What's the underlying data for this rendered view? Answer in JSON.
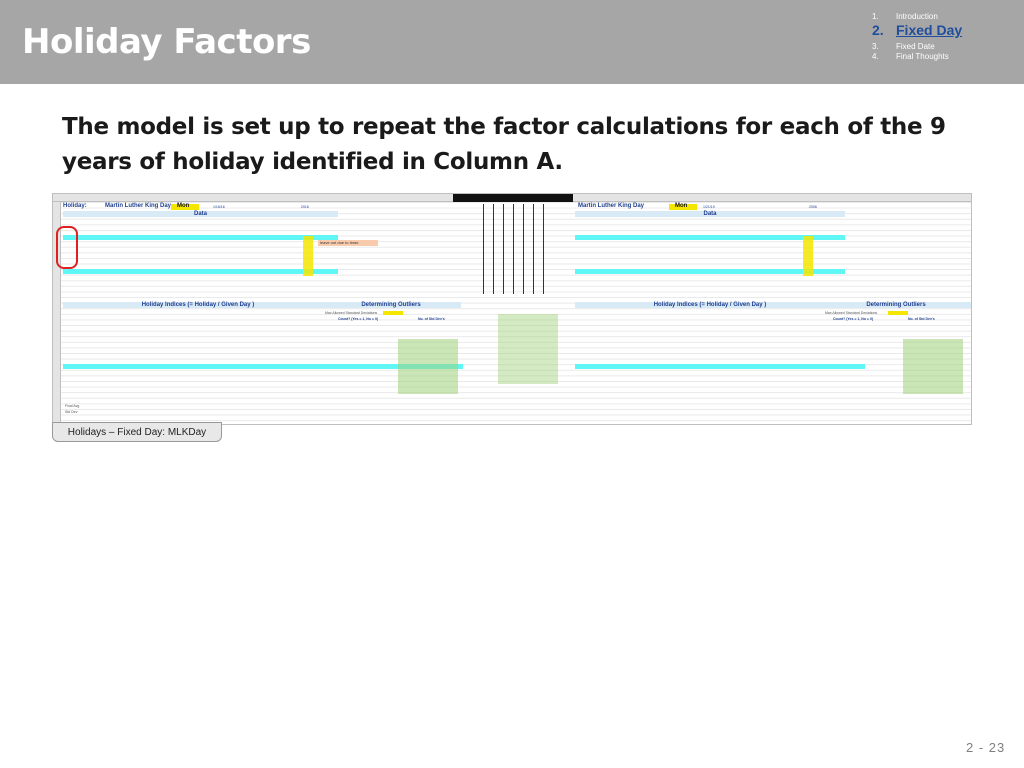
{
  "slide": {
    "title": "Holiday Factors",
    "heading": "The model is set up to repeat the factor calculations for each of the 9 years of holiday identified in Column A.",
    "page_number": "2 - 23"
  },
  "nav": {
    "items": [
      {
        "num": "1.",
        "label": "Introduction",
        "active": false
      },
      {
        "num": "2.",
        "label": "Fixed Day",
        "active": true
      },
      {
        "num": "3.",
        "label": "Fixed Date",
        "active": false
      },
      {
        "num": "4.",
        "label": "Final Thoughts",
        "active": false
      }
    ]
  },
  "sheet": {
    "left": {
      "holiday_label": "Holiday:",
      "holiday_name": "Martin Luther King Day",
      "day": "Mon",
      "date": "1/16/16",
      "year": "2016",
      "data_header": "Data",
      "indices_header": "Holiday Indices  (= Holiday / Given Day )",
      "outliers_header": "Determining Outliers",
      "max_allowed": "Max Allowed Standard Deviations",
      "count_label": "Count? (Yes = 1, No = 0)",
      "std_devs_label": "No. of Std Dev's",
      "note": "leave out due to timer.",
      "avg_label": "Final Avg",
      "std_label": "Std Dev"
    },
    "right": {
      "holiday_name": "Martin Luther King Day",
      "day": "Mon",
      "date": "1/21/19",
      "year": "2006",
      "data_header": "Data",
      "indices_header": "Holiday Indices  (= Holiday / Given Day )",
      "outliers_header": "Determining Outliers",
      "max_allowed": "Max Allowed Standard Deviations",
      "count_label": "Count? (Yes = 1, No = 0)",
      "std_devs_label": "No. of Std Dev's"
    },
    "sheet_tab": "Holidays – Fixed Day: MLKDay"
  }
}
